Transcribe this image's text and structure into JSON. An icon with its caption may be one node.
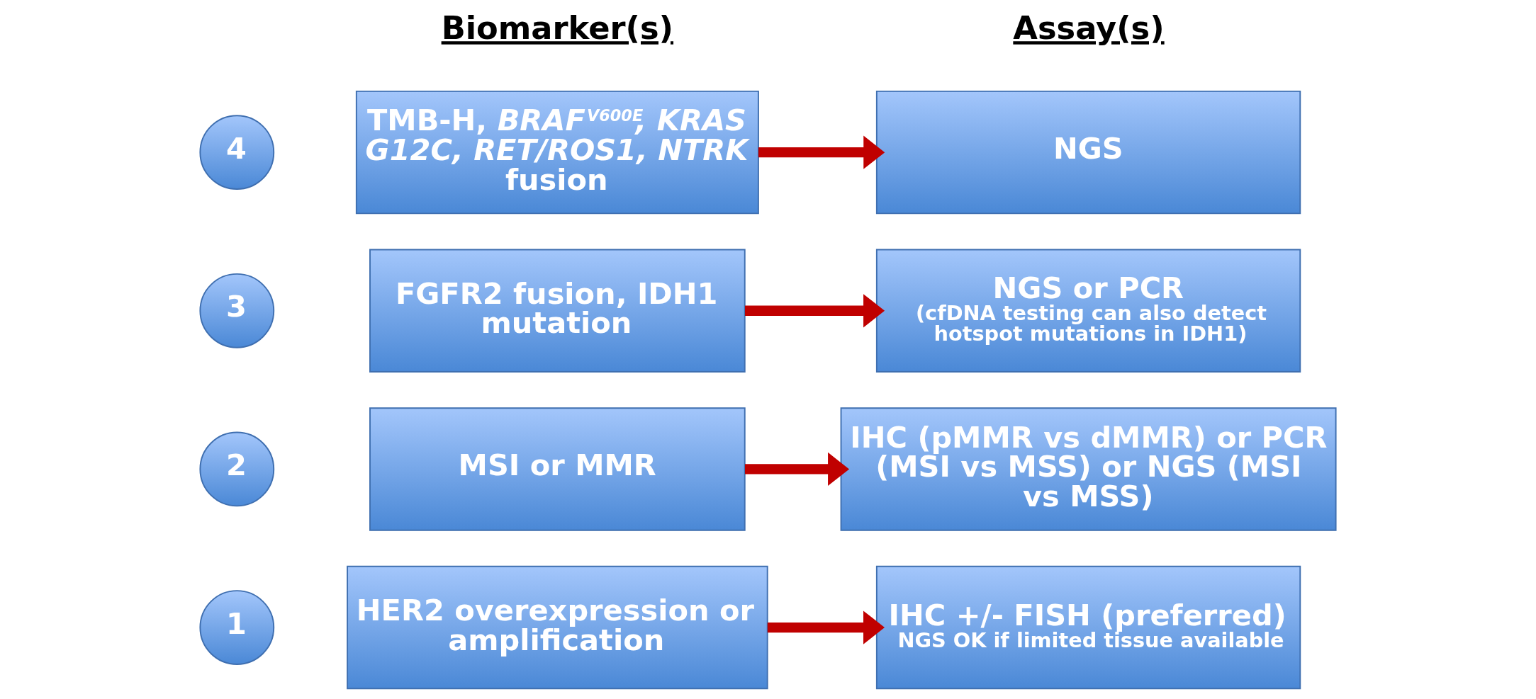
{
  "diagram": {
    "nodes": [
      {
        "text": [
          "1"
        ]
      },
      {
        "text": [
          "2"
        ]
      },
      {
        "text": [
          "3"
        ]
      },
      {
        "text": [
          "4"
        ]
      },
      {
        "text": [
          "HER2 overexpression or amplification"
        ]
      },
      {
        "text": [
          "MSI or MMR"
        ]
      },
      {
        "text": [
          "FGFR2 fusion, IDH1 mutation"
        ]
      },
      {
        "text": [
          "TMB-H, *BRAF$^{V600E}$, KRAS G12C, RET/ROS1, NTRK* fusion"
        ]
      },
      {
        "text": [
          "IHC +/- FISH (preferred)",
          "NGS OK if limited tissue available"
        ]
      },
      {
        "text": [
          "IHC (pMMR vs dMMR) or PCR (MSI vs MSS) or NGS (MSI vs MSS)"
        ]
      },
      {
        "text": [
          "NGS or PCR",
          "(cfDNA testing can also detect hotspot mutations in IDH1)"
        ]
      },
      {
        "text": [
          "NGS"
        ]
      }
    ],
    "edges": [
      {
        "from": 4,
        "to": 8,
        "arrow": "to"
      },
      {
        "from": 5,
        "to": 9,
        "arrow": "to"
      },
      {
        "from": 6,
        "to": 10,
        "arrow": "to"
      },
      {
        "from": 7,
        "to": 11,
        "arrow": "to"
      }
    ],
    "labels": [
      "Biomarker(s)",
      "Assay(s)"
    ]
  }
}
